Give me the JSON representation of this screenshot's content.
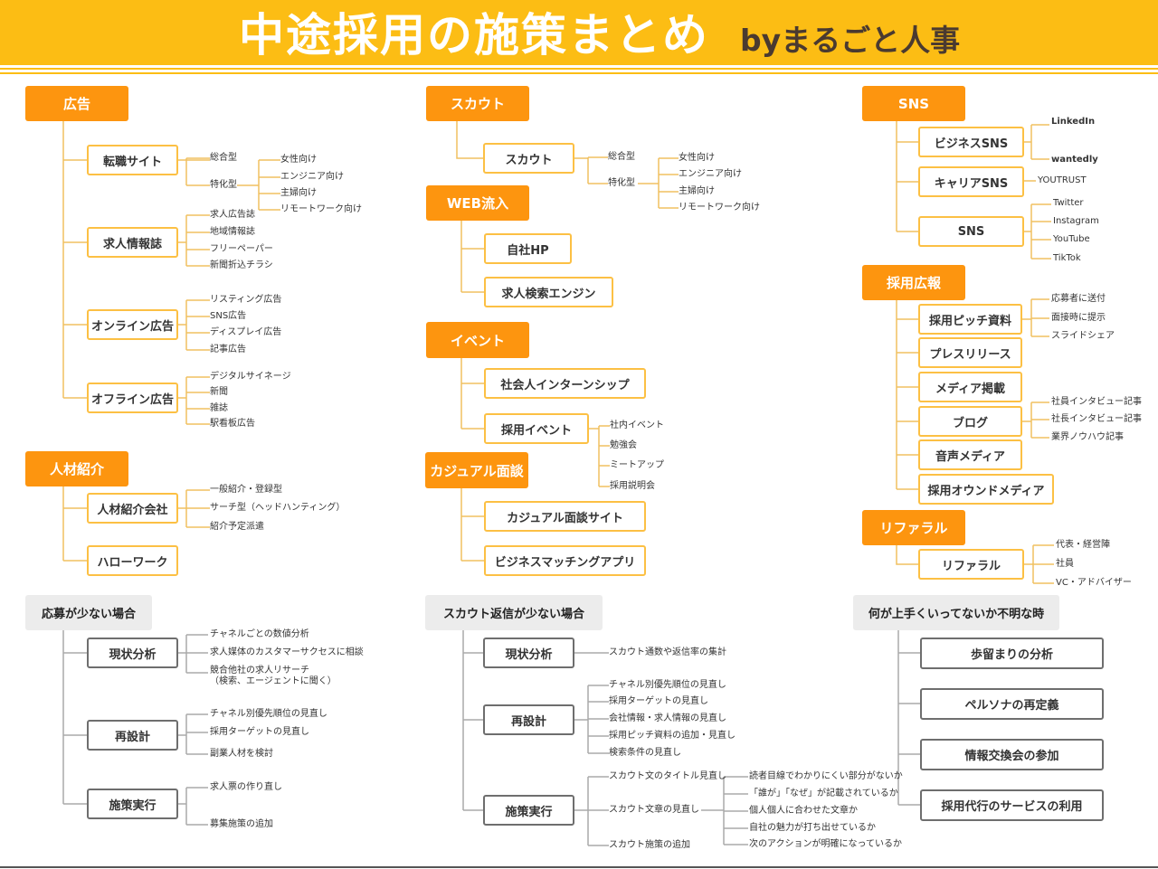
{
  "title": {
    "main": "中途採用の施策まとめ",
    "by": "byまるごと人事"
  },
  "colors": {
    "banner": "#fcbd14",
    "category": "#fd950f",
    "sub_border": "#fcc044",
    "gray_border": "#6e6e6e",
    "gray_header": "#ececec",
    "line_orange": "#f0c060",
    "line_gray": "#aaaaaa"
  },
  "col1": {
    "ad": {
      "label": "広告",
      "job_site": {
        "label": "転職サイト",
        "t1": "総合型",
        "t2": "特化型",
        "leaves": [
          "女性向け",
          "エンジニア向け",
          "主婦向け",
          "リモートワーク向け"
        ]
      },
      "job_magazine": {
        "label": "求人情報誌",
        "leaves": [
          "求人広告誌",
          "地域情報誌",
          "フリーペーパー",
          "新聞折込チラシ"
        ]
      },
      "online_ad": {
        "label": "オンライン広告",
        "leaves": [
          "リスティング広告",
          "SNS広告",
          "ディスプレイ広告",
          "記事広告"
        ]
      },
      "offline_ad": {
        "label": "オフライン広告",
        "leaves": [
          "デジタルサイネージ",
          "新聞",
          "雑誌",
          "駅看板広告"
        ]
      }
    },
    "referral": {
      "label": "人材紹介",
      "agency": {
        "label": "人材紹介会社",
        "leaves": [
          "一般紹介・登録型",
          "サーチ型（ヘッドハンティング）",
          "紹介予定派遣"
        ]
      },
      "hellowork": {
        "label": "ハローワーク"
      }
    },
    "few_apps": {
      "label": "応募が少ない場合",
      "analysis": {
        "label": "現状分析",
        "leaves": [
          "チャネルごとの数値分析",
          "求人媒体のカスタマーサクセスに相談",
          "競合他社の求人リサーチ"
        ],
        "note": "（検索、エージェントに聞く）"
      },
      "redesign": {
        "label": "再設計",
        "leaves": [
          "チャネル別優先順位の見直し",
          "採用ターゲットの見直し",
          "副業人材を検討"
        ]
      },
      "execute": {
        "label": "施策実行",
        "leaves": [
          "求人票の作り直し",
          "募集施策の追加"
        ]
      }
    }
  },
  "col2": {
    "scout": {
      "label": "スカウト",
      "sub": {
        "label": "スカウト",
        "t1": "総合型",
        "t2": "特化型",
        "leaves": [
          "女性向け",
          "エンジニア向け",
          "主婦向け",
          "リモートワーク向け"
        ]
      }
    },
    "web": {
      "label": "WEB流入",
      "items": [
        "自社HP",
        "求人検索エンジン"
      ]
    },
    "event": {
      "label": "イベント",
      "intern": "社会人インターンシップ",
      "recruit_event": {
        "label": "採用イベント",
        "leaves": [
          "社内イベント",
          "勉強会",
          "ミートアップ",
          "採用説明会"
        ]
      }
    },
    "casual": {
      "label": "カジュアル面談",
      "items": [
        "カジュアル面談サイト",
        "ビジネスマッチングアプリ"
      ]
    },
    "few_reply": {
      "label": "スカウト返信が少ない場合",
      "analysis": {
        "label": "現状分析",
        "leaf": "スカウト通数や返信率の集計"
      },
      "redesign": {
        "label": "再設計",
        "leaves": [
          "チャネル別優先順位の見直し",
          "採用ターゲットの見直し",
          "会社情報・求人情報の見直し",
          "採用ピッチ資料の追加・見直し",
          "検索条件の見直し"
        ]
      },
      "execute": {
        "label": "施策実行",
        "l1": "スカウト文のタイトル見直し",
        "l2": "スカウト文章の見直し",
        "l3": "スカウト施策の追加",
        "checks": [
          "読者目線でわかりにくい部分がないか",
          "「誰が」「なぜ」が記載されているか",
          "個人個人に合わせた文章か",
          "自社の魅力が打ち出せているか",
          "次のアクションが明確になっているか"
        ]
      }
    }
  },
  "col3": {
    "sns": {
      "label": "SNS",
      "biz": {
        "label": "ビジネスSNS",
        "leaves": [
          "LinkedIn",
          "wantedly"
        ]
      },
      "career": {
        "label": "キャリアSNS",
        "leaf": "YOUTRUST"
      },
      "sns": {
        "label": "SNS",
        "leaves": [
          "Twitter",
          "Instagram",
          "YouTube",
          "TikTok"
        ]
      }
    },
    "pr": {
      "label": "採用広報",
      "pitch": {
        "label": "採用ピッチ資料",
        "leaves": [
          "応募者に送付",
          "面接時に提示",
          "スライドシェア"
        ]
      },
      "press": "プレスリリース",
      "media": "メディア掲載",
      "blog": {
        "label": "ブログ",
        "leaves": [
          "社員インタビュー記事",
          "社長インタビュー記事",
          "業界ノウハウ記事"
        ]
      },
      "audio": "音声メディア",
      "owned": "採用オウンドメディア"
    },
    "referral": {
      "label": "リファラル",
      "sub": {
        "label": "リファラル",
        "leaves": [
          "代表・経営陣",
          "社員",
          "VC・アドバイザー"
        ]
      }
    },
    "unknown": {
      "label": "何が上手くいってないか不明な時",
      "items": [
        "歩留まりの分析",
        "ペルソナの再定義",
        "情報交換会の参加",
        "採用代行のサービスの利用"
      ]
    }
  }
}
